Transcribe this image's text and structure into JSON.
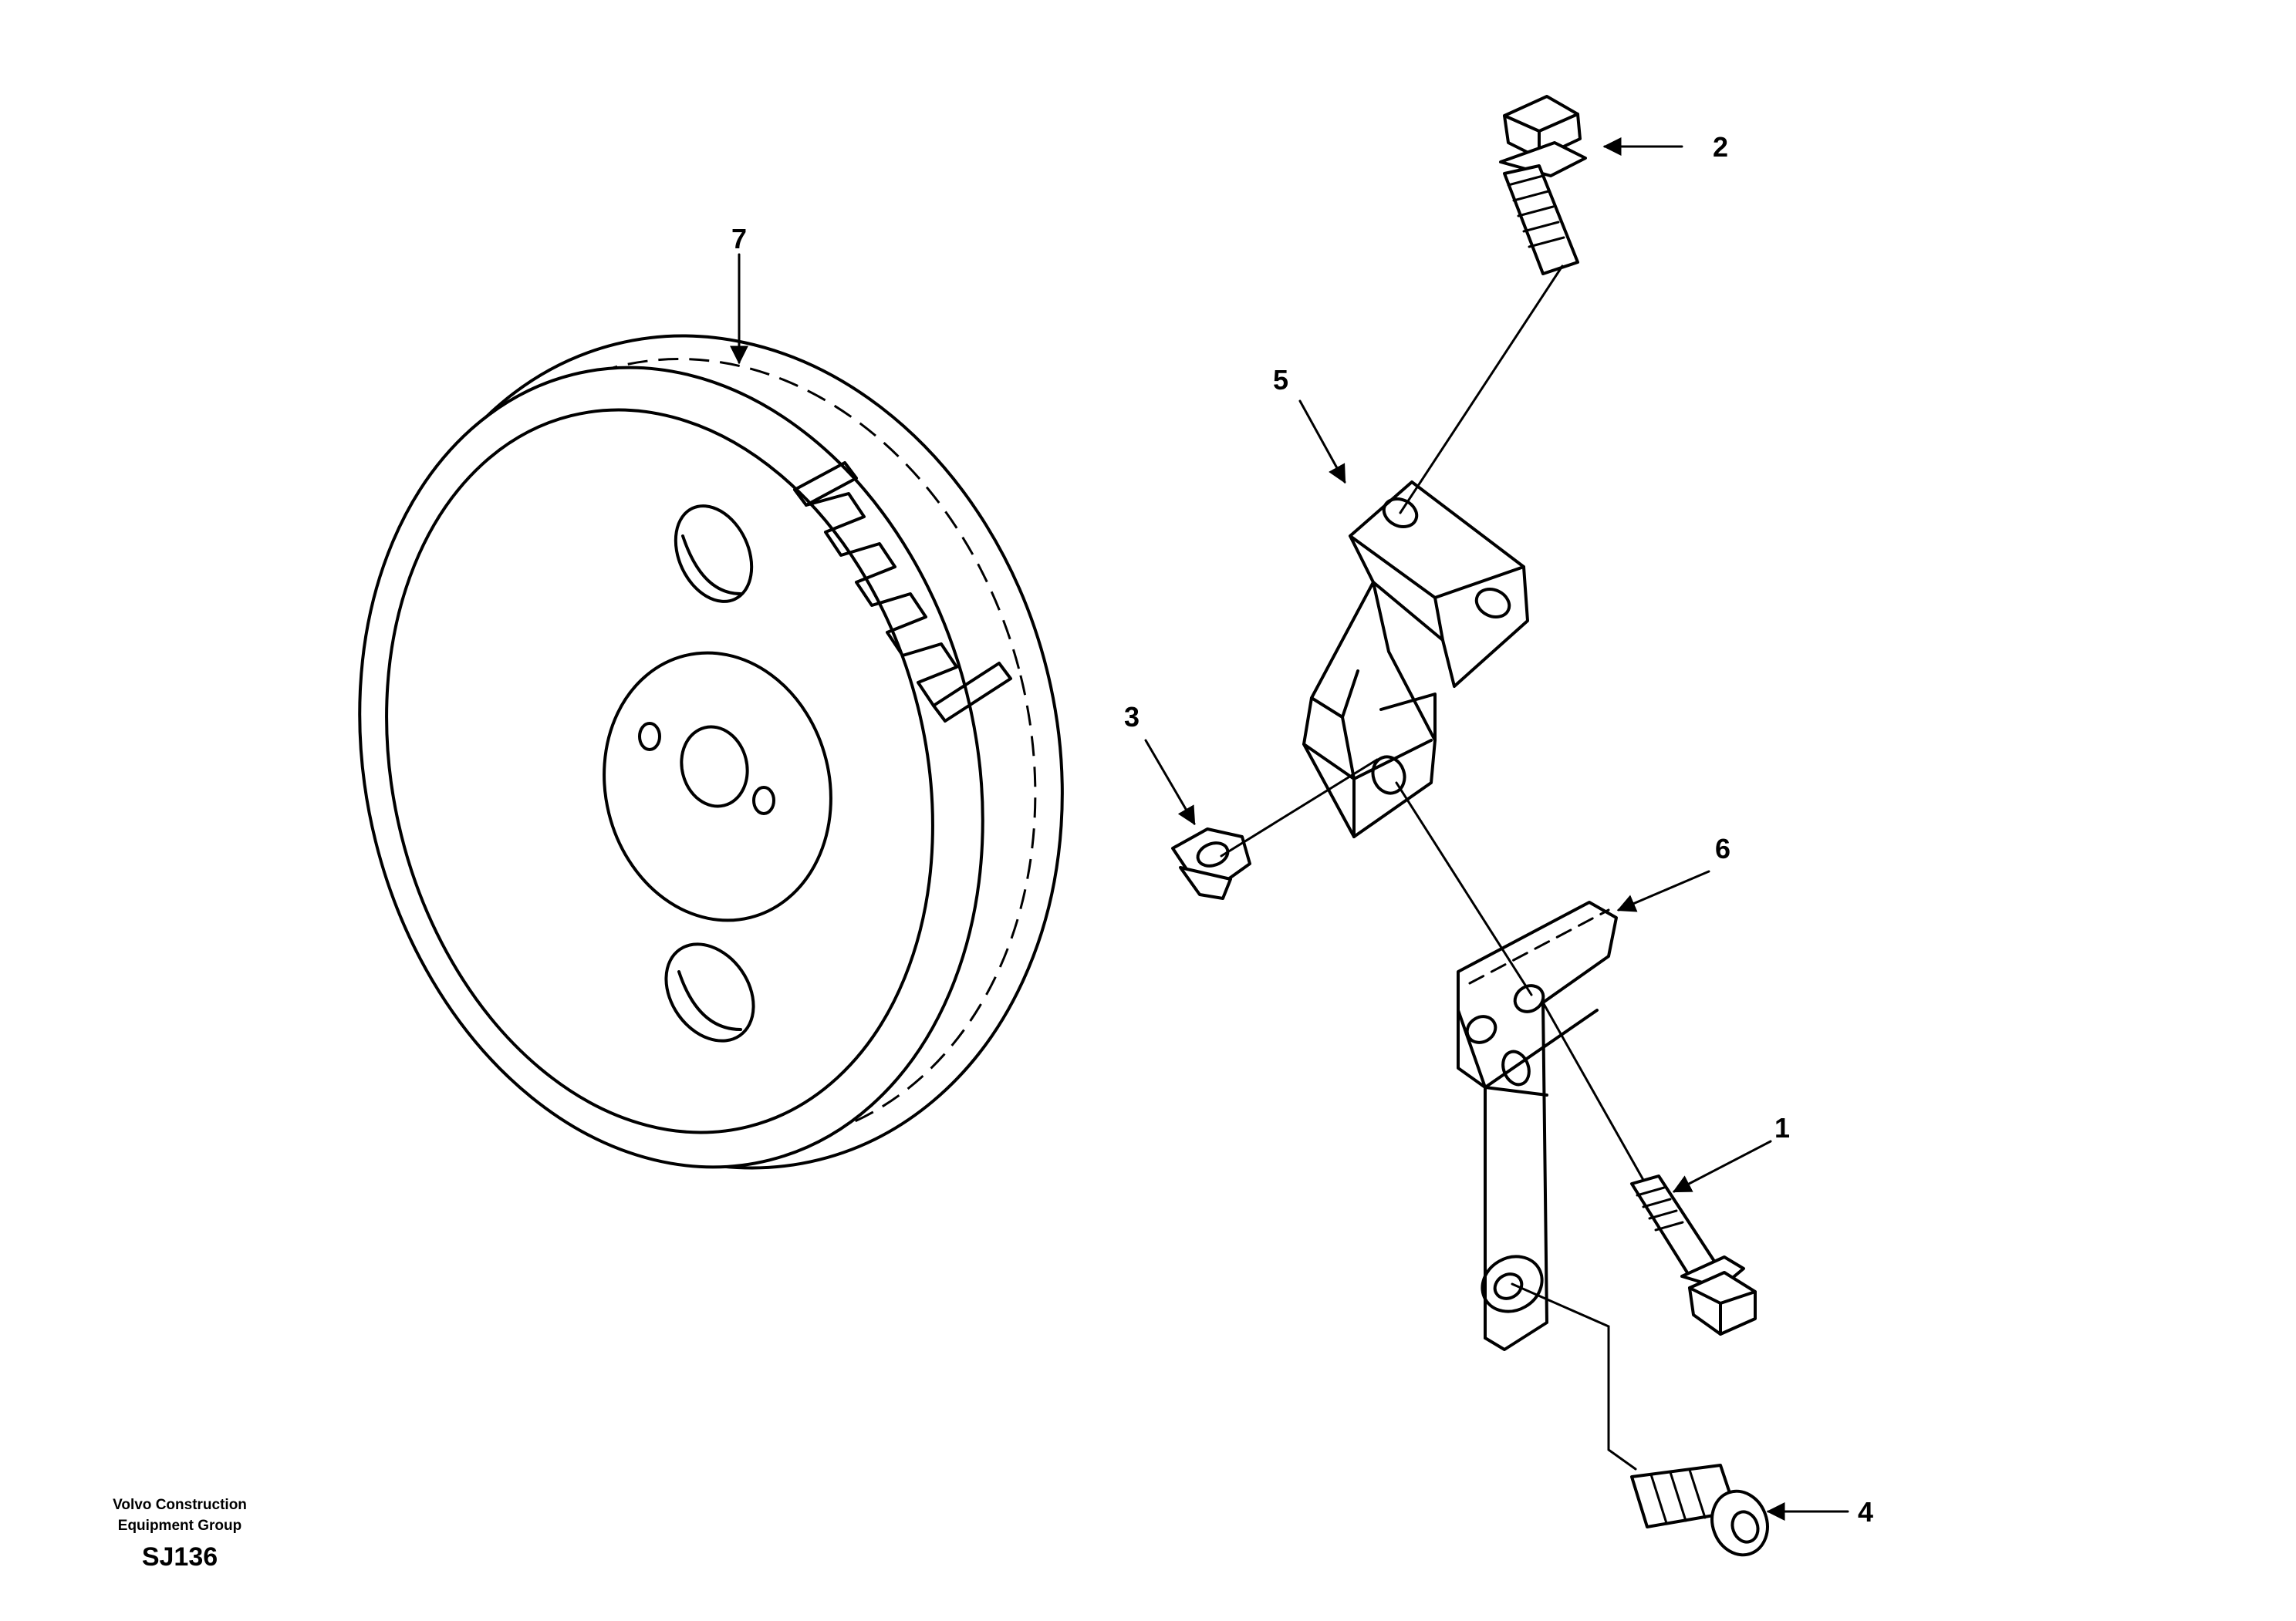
{
  "callouts": [
    {
      "id": "1",
      "label": "1"
    },
    {
      "id": "2",
      "label": "2"
    },
    {
      "id": "3",
      "label": "3"
    },
    {
      "id": "4",
      "label": "4"
    },
    {
      "id": "5",
      "label": "5"
    },
    {
      "id": "6",
      "label": "6"
    },
    {
      "id": "7",
      "label": "7"
    }
  ],
  "footer": {
    "company_line1": "Volvo Construction",
    "company_line2": "Equipment Group",
    "code": "SJ136"
  }
}
